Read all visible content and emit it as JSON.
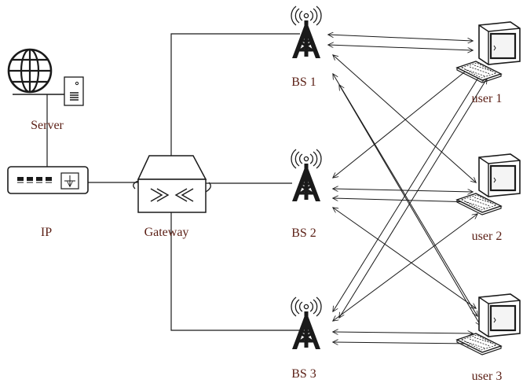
{
  "labels": {
    "server": "Server",
    "ip": "IP",
    "gateway": "Gateway",
    "bs1": "BS 1",
    "bs2": "BS 2",
    "bs3": "BS 3",
    "user1": "user 1",
    "user2": "user 2",
    "user3": "user 3"
  },
  "colors": {
    "line": "#1a1a1a",
    "label": "#5a1e14",
    "screen": "#f4f4f4"
  },
  "icons": {
    "server": "globe-server-icon",
    "ip": "router-icon",
    "gateway": "gateway-box-icon",
    "base_station": "radio-tower-icon",
    "user": "computer-terminal-icon"
  }
}
